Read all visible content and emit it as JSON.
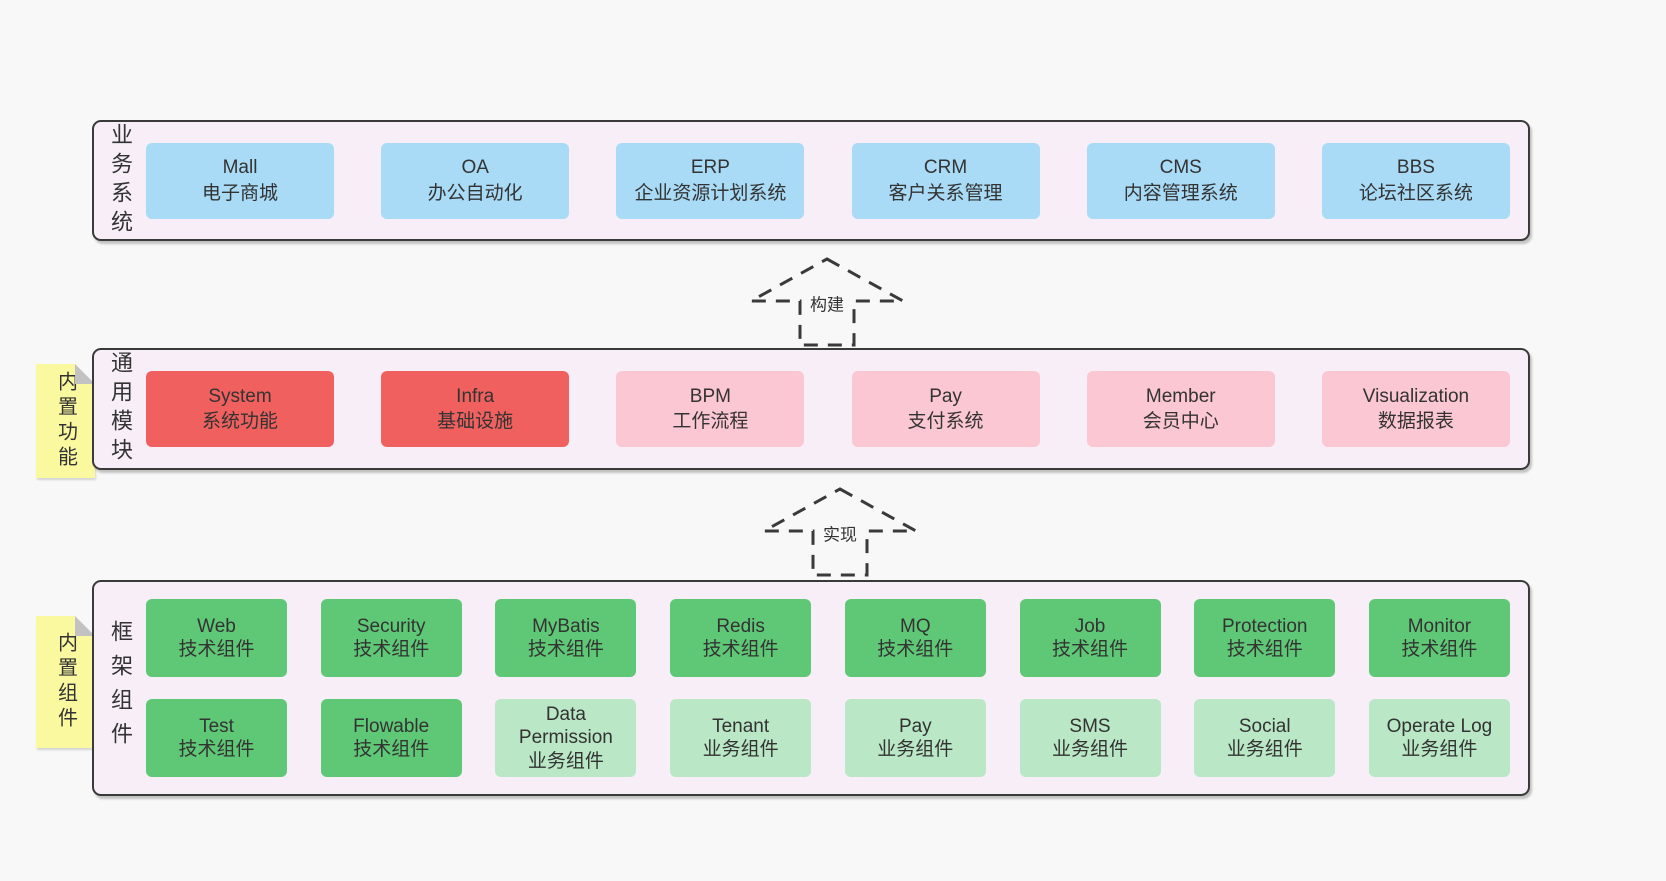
{
  "colors": {
    "page_bg": "#f8f8f8",
    "panel_bg": "#f7eef7",
    "panel_border": "#3a3a3a",
    "business_box": "#a9dbf7",
    "core_module_box": "#f0605e",
    "optional_module_box": "#fbc7d2",
    "tech_component_box": "#5fc876",
    "biz_component_box": "#bae7c6",
    "sticky_note": "#fbf9a0",
    "text": "#333333"
  },
  "arrows": {
    "build": "构建",
    "implement": "实现"
  },
  "sections": {
    "business": {
      "label": "业务系统",
      "boxes": [
        {
          "name": "Mall",
          "desc": "电子商城"
        },
        {
          "name": "OA",
          "desc": "办公自动化"
        },
        {
          "name": "ERP",
          "desc": "企业资源计划系统"
        },
        {
          "name": "CRM",
          "desc": "客户关系管理"
        },
        {
          "name": "CMS",
          "desc": "内容管理系统"
        },
        {
          "name": "BBS",
          "desc": "论坛社区系统"
        }
      ]
    },
    "modules": {
      "label": "通用模块",
      "note": "内置功能",
      "boxes": [
        {
          "name": "System",
          "desc": "系统功能"
        },
        {
          "name": "Infra",
          "desc": "基础设施"
        },
        {
          "name": "BPM",
          "desc": "工作流程"
        },
        {
          "name": "Pay",
          "desc": "支付系统"
        },
        {
          "name": "Member",
          "desc": "会员中心"
        },
        {
          "name": "Visualization",
          "desc": "数据报表"
        }
      ]
    },
    "framework": {
      "label": "框架组件",
      "note": "内置组件",
      "row1": [
        {
          "name": "Web",
          "desc": "技术组件"
        },
        {
          "name": "Security",
          "desc": "技术组件"
        },
        {
          "name": "MyBatis",
          "desc": "技术组件"
        },
        {
          "name": "Redis",
          "desc": "技术组件"
        },
        {
          "name": "MQ",
          "desc": "技术组件"
        },
        {
          "name": "Job",
          "desc": "技术组件"
        },
        {
          "name": "Protection",
          "desc": "技术组件"
        },
        {
          "name": "Monitor",
          "desc": "技术组件"
        }
      ],
      "row2": [
        {
          "name": "Test",
          "desc": "技术组件"
        },
        {
          "name": "Flowable",
          "desc": "技术组件"
        },
        {
          "name": "Data Permission",
          "desc": "业务组件"
        },
        {
          "name": "Tenant",
          "desc": "业务组件"
        },
        {
          "name": "Pay",
          "desc": "业务组件"
        },
        {
          "name": "SMS",
          "desc": "业务组件"
        },
        {
          "name": "Social",
          "desc": "业务组件"
        },
        {
          "name": "Operate Log",
          "desc": "业务组件"
        }
      ]
    }
  }
}
